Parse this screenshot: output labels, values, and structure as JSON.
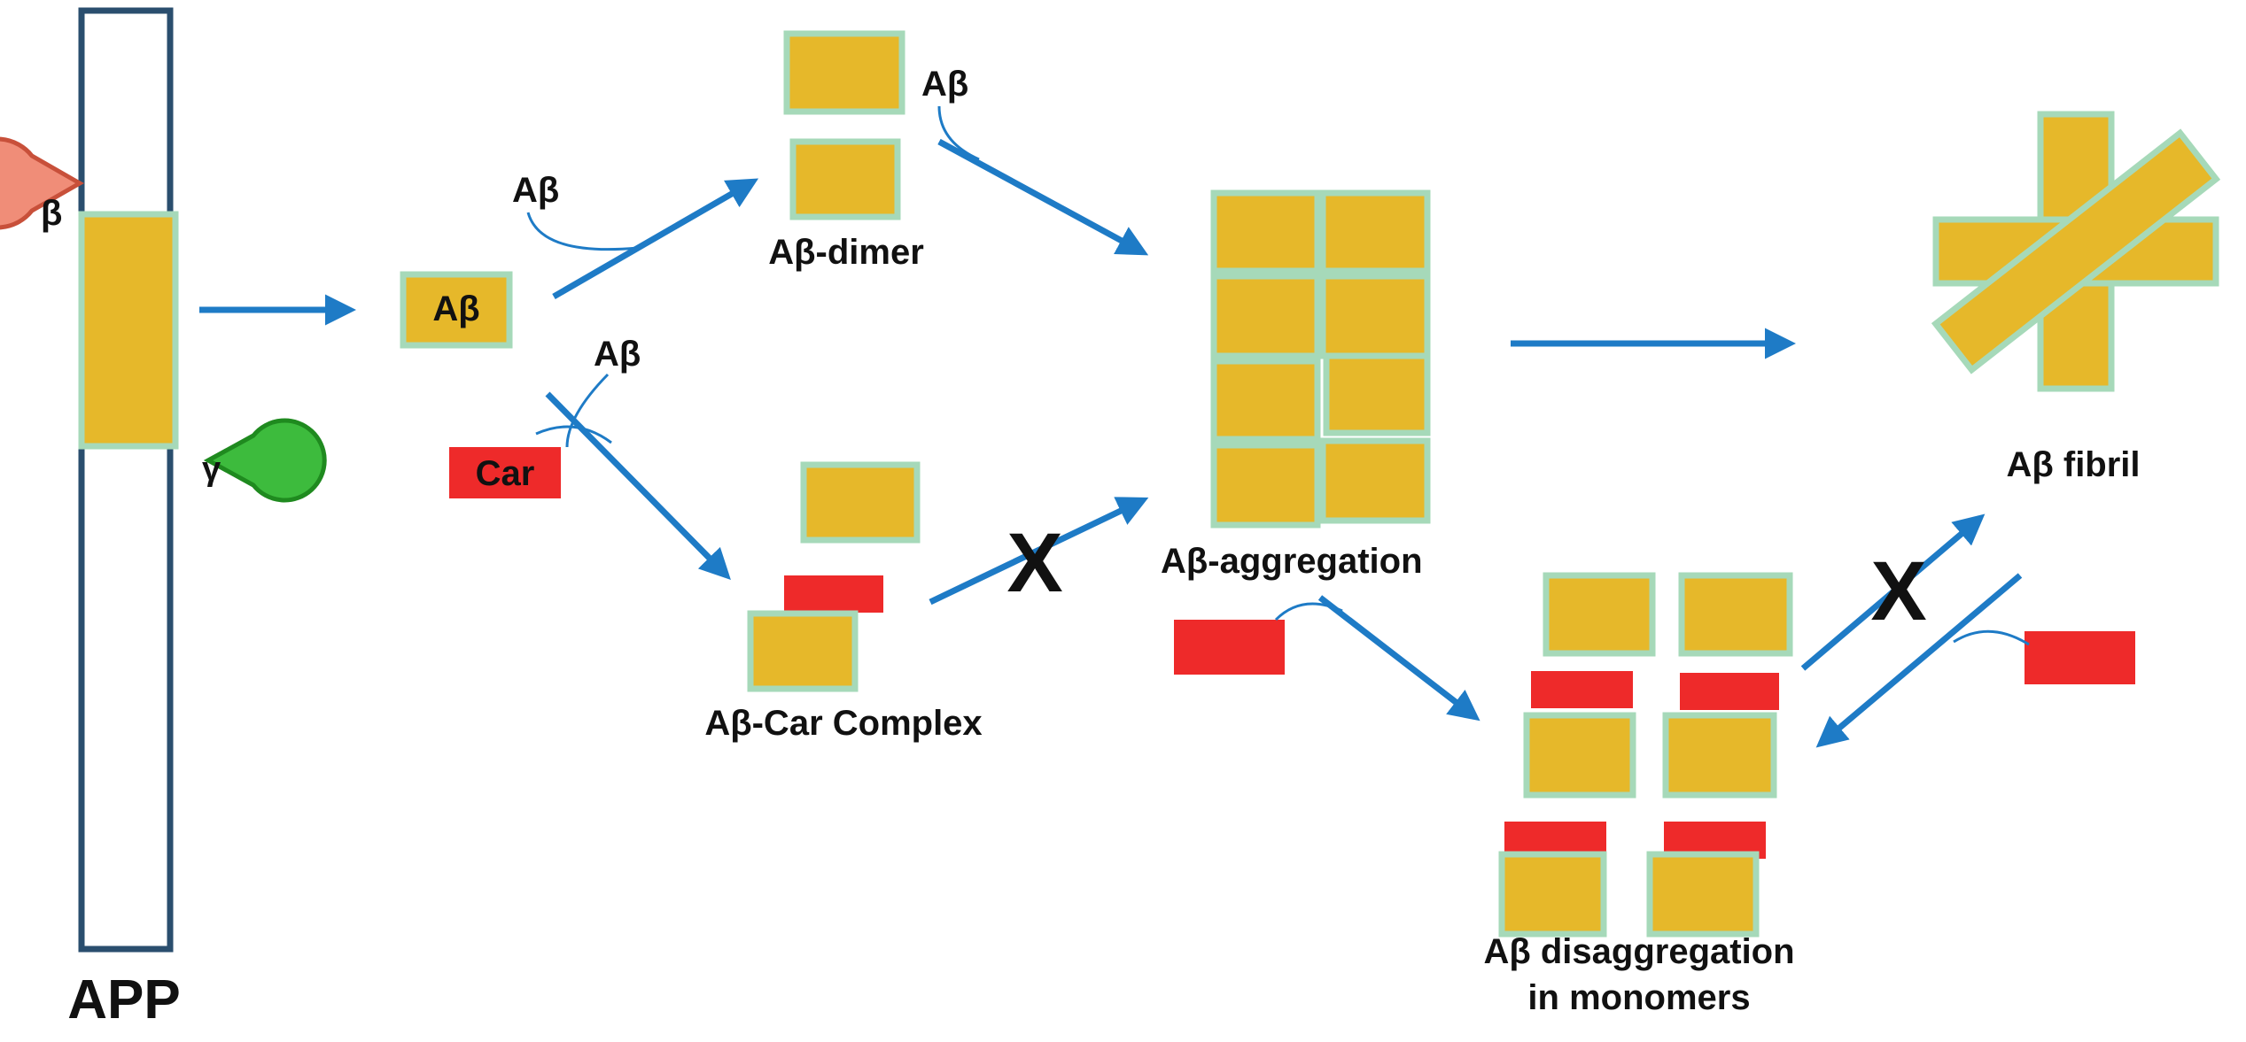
{
  "labels": {
    "app": "APP",
    "beta_enzyme": "β",
    "gamma_enzyme": "γ",
    "abeta": "Aβ",
    "car": "Car",
    "dimer": "Aβ-dimer",
    "complex": "Aβ-Car Complex",
    "aggregation": "Aβ-aggregation",
    "fibril": "Aβ fibril",
    "disaggregation_line1": "Aβ disaggregation",
    "disaggregation_line2": "in monomers",
    "blocked": "X"
  },
  "colors": {
    "abeta_block": "#e6b82a",
    "block_outline": "#a6d9b9",
    "carnosine": "#ee2a2a",
    "arrow": "#1e7bc6",
    "membrane_outline": "#2a4e6e",
    "beta_secretase": "#f08d78",
    "gamma_secretase": "#3dbb3d"
  }
}
